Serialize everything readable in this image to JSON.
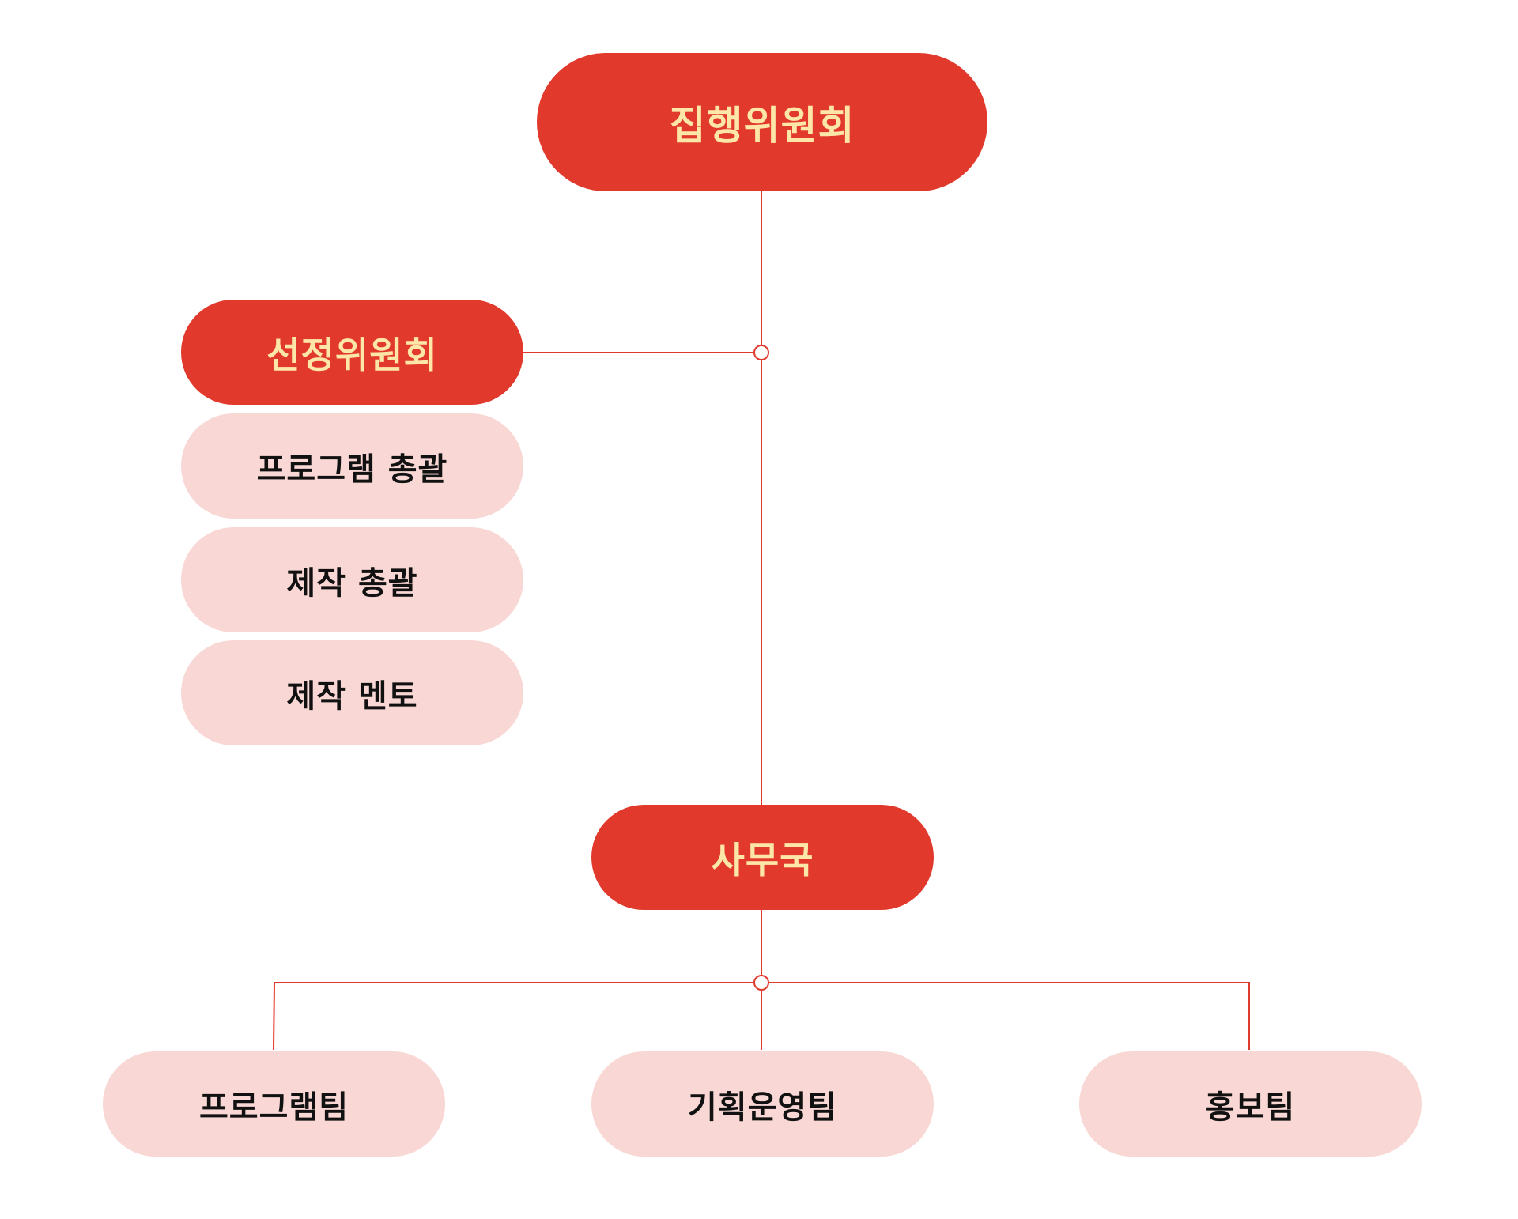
{
  "colors": {
    "primary_fill": "#e1392b",
    "primary_text": "#fde7a8",
    "secondary_fill": "#f8d7d5",
    "secondary_text": "#111111",
    "line": "#e1392b"
  },
  "org_chart": {
    "executive_committee": "집행위원회",
    "selection_committee": {
      "label": "선정위원회",
      "roles": [
        "프로그램 총괄",
        "제작 총괄",
        "제작 멘토"
      ]
    },
    "secretariat": "사무국",
    "teams": [
      "프로그램팀",
      "기획운영팀",
      "홍보팀"
    ]
  }
}
